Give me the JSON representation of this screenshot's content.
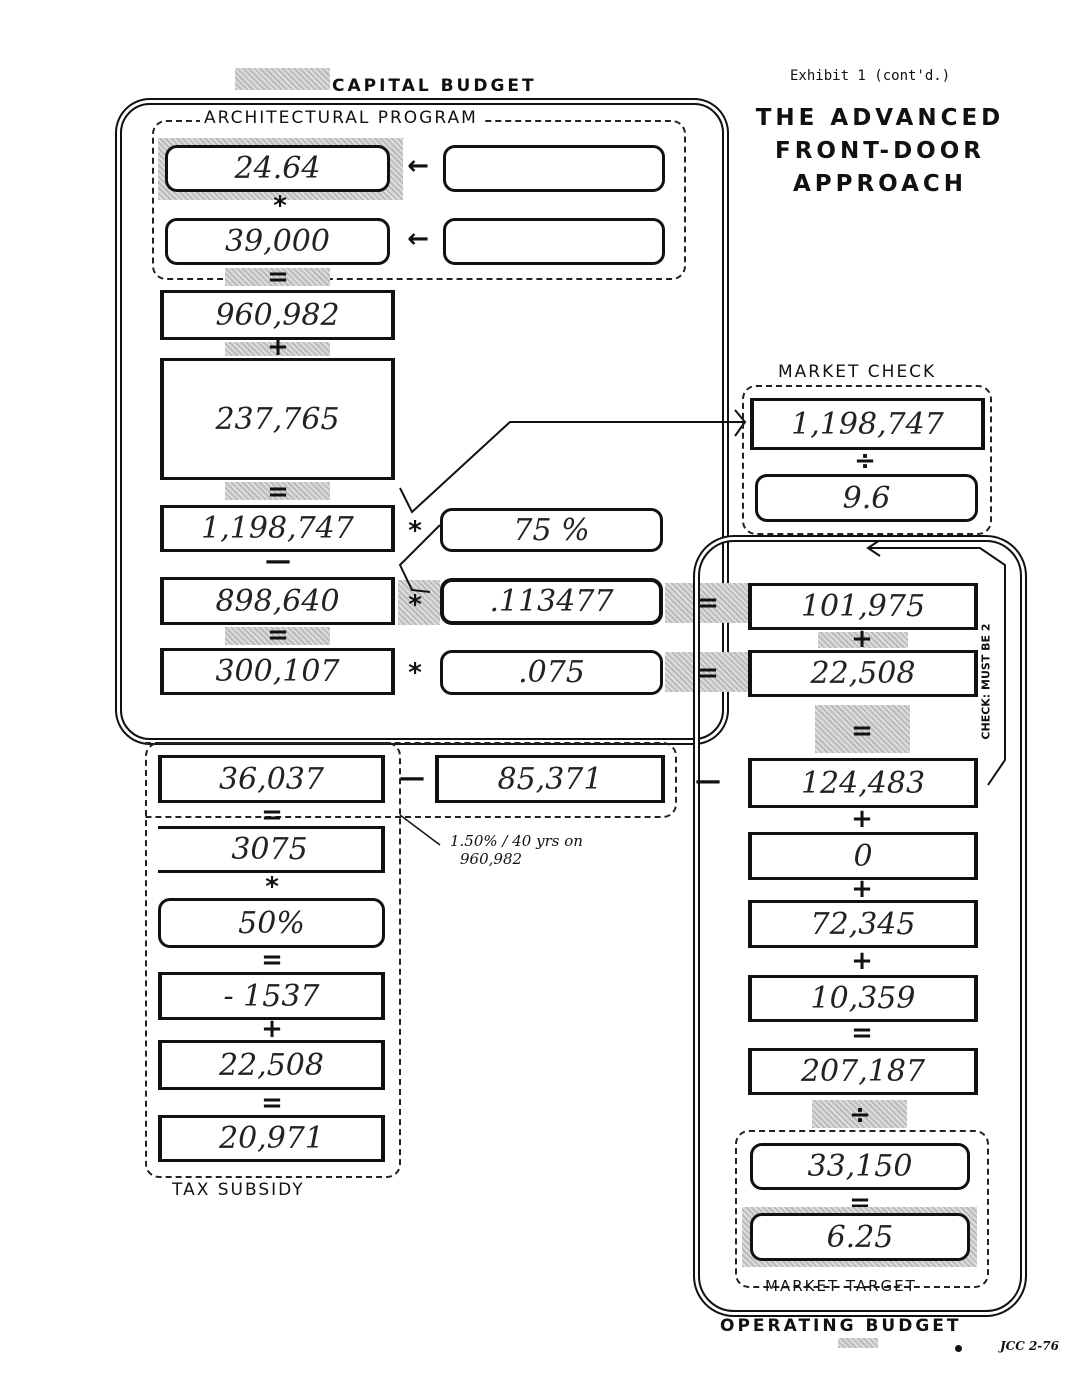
{
  "header": {
    "capital_budget": "CAPITAL BUDGET",
    "exhibit": "Exhibit 1 (cont'd.)",
    "title_lines": [
      "THE ADVANCED",
      "FRONT-DOOR",
      "APPROACH"
    ]
  },
  "capital": {
    "section_label": "ARCHITECTURAL PROGRAM",
    "values": [
      "24.64",
      "39,000",
      "960,982",
      "237,765",
      "1,198,747",
      "898,640",
      "300,107"
    ],
    "rates": [
      "75 %",
      ".113477",
      ".075"
    ]
  },
  "market_check": {
    "label": "MARKET CHECK",
    "values": [
      "1,198,747",
      "9.6"
    ]
  },
  "operating": {
    "values": [
      "101,975",
      "22,508",
      "124,483",
      "0",
      "72,345",
      "10,359",
      "207,187"
    ],
    "check_note": "CHECK: MUST BE 2",
    "market_target_label": "MARKET TARGET",
    "target_values": [
      "33,150",
      "6.25"
    ],
    "footer_label": "OPERATING BUDGET"
  },
  "tax": {
    "values": [
      "36,037",
      "3075",
      "50%",
      "- 1537",
      "22,508",
      "20,971"
    ],
    "subtracted": "85,371",
    "note_lines": [
      "1.50% / 40 yrs on",
      "960,982"
    ],
    "label": "TAX SUBSIDY"
  },
  "operators": {
    "times": "*",
    "equals": "=",
    "plus": "+",
    "minus": "—",
    "divide": "÷"
  },
  "initials": "JCC 2-76"
}
